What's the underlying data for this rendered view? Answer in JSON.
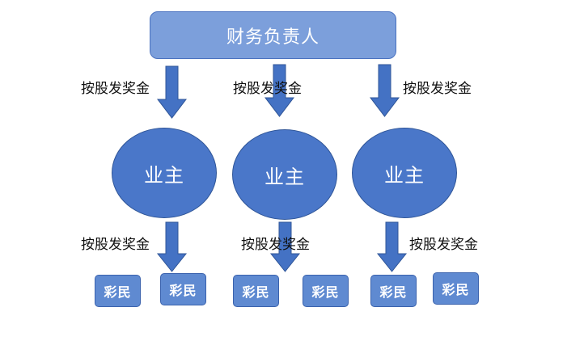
{
  "top": {
    "label": "财务负责人"
  },
  "owners": [
    {
      "label": "业主"
    },
    {
      "label": "业主"
    },
    {
      "label": "业主"
    }
  ],
  "players": [
    {
      "label": "彩民"
    },
    {
      "label": "彩民"
    },
    {
      "label": "彩民"
    },
    {
      "label": "彩民"
    },
    {
      "label": "彩民"
    },
    {
      "label": "彩民"
    }
  ],
  "arrow_labels_top": [
    "按股发奖金",
    "按股发奖金",
    "按股发奖金"
  ],
  "arrow_labels_bottom": [
    "按股发奖金",
    "按股发奖金",
    "按股发奖金"
  ],
  "colors": {
    "top_fill": "#7c9fdb",
    "owner_fill": "#4a77c9",
    "player_fill": "#5f8ad1",
    "arrow_fill": "#4472c4"
  }
}
